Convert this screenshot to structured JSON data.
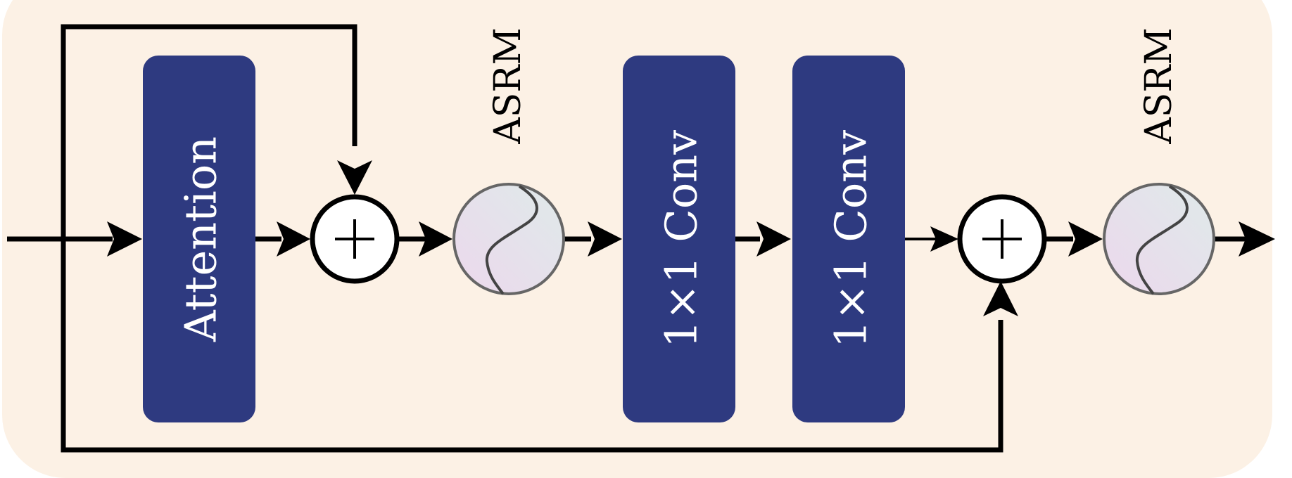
{
  "diagram": {
    "background_color": "#fcf1e5",
    "block_color": "#2e3a80",
    "edge_color": "#000000",
    "nodes": {
      "attention": {
        "label": "Attention"
      },
      "conv1": {
        "label": "1×1 Conv"
      },
      "conv2": {
        "label": "1×1 Conv"
      },
      "add1": {
        "symbol": "+"
      },
      "add2": {
        "symbol": "+"
      },
      "asrm1": {
        "label": "ASRM"
      },
      "asrm2": {
        "label": "ASRM"
      }
    }
  }
}
